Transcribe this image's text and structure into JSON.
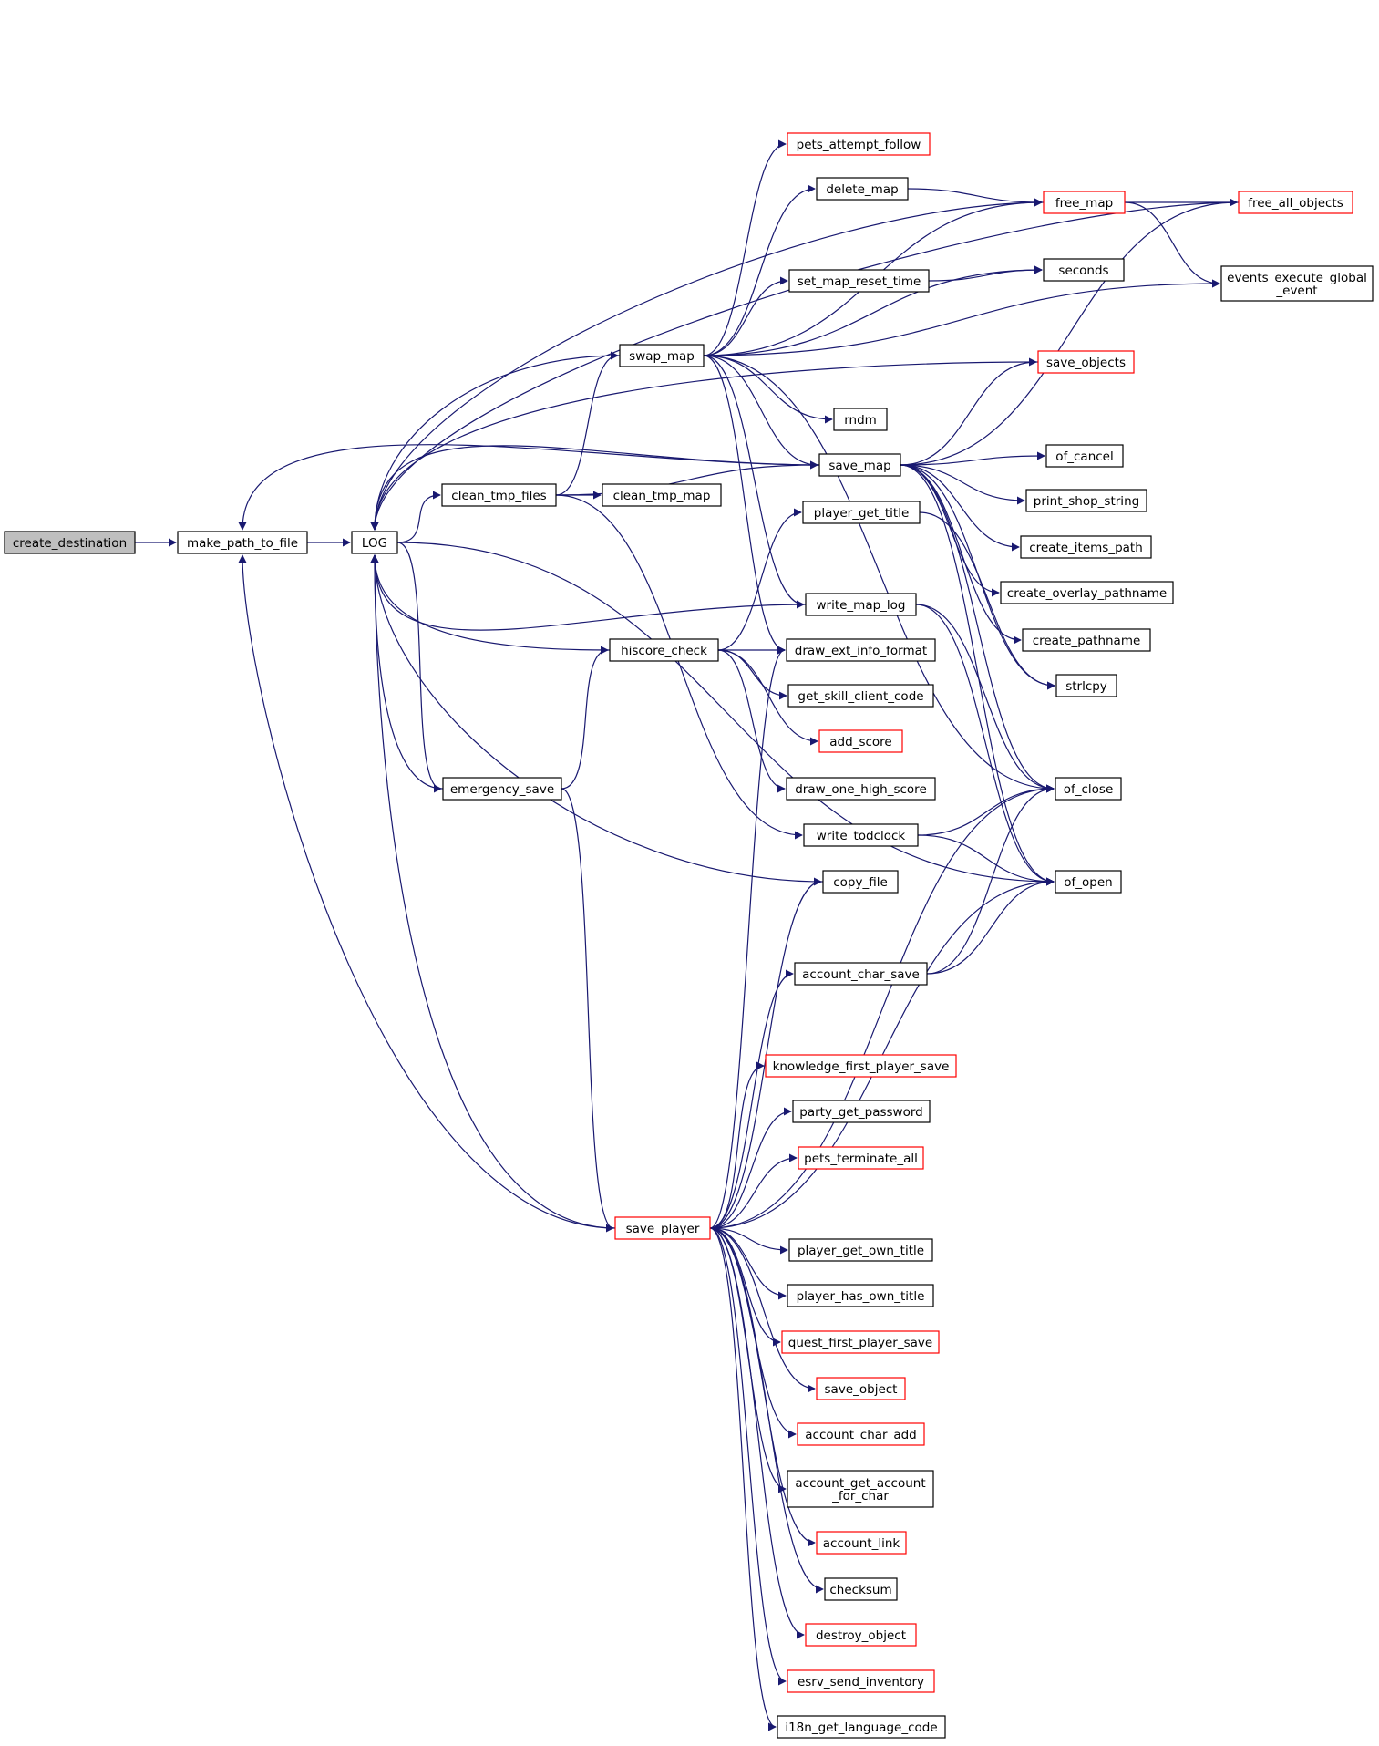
{
  "colors": {
    "edge": "#191970",
    "border_normal": "#000000",
    "border_truncated": "#ff0000",
    "root_fill": "#bfbfbf",
    "node_fill": "#ffffff"
  },
  "graph": {
    "nodes": [
      {
        "id": "create_destination",
        "lines": [
          "create_destination"
        ],
        "style": "root"
      },
      {
        "id": "make_path_to_file",
        "lines": [
          "make_path_to_file"
        ],
        "style": "normal"
      },
      {
        "id": "LOG",
        "lines": [
          "LOG"
        ],
        "style": "normal"
      },
      {
        "id": "clean_tmp_files",
        "lines": [
          "clean_tmp_files"
        ],
        "style": "normal"
      },
      {
        "id": "clean_tmp_map",
        "lines": [
          "clean_tmp_map"
        ],
        "style": "normal"
      },
      {
        "id": "swap_map",
        "lines": [
          "swap_map"
        ],
        "style": "normal"
      },
      {
        "id": "pets_attempt_follow",
        "lines": [
          "pets_attempt_follow"
        ],
        "style": "truncated"
      },
      {
        "id": "delete_map",
        "lines": [
          "delete_map"
        ],
        "style": "normal"
      },
      {
        "id": "free_map",
        "lines": [
          "free_map"
        ],
        "style": "truncated"
      },
      {
        "id": "free_all_objects",
        "lines": [
          "free_all_objects"
        ],
        "style": "truncated"
      },
      {
        "id": "events_execute_global_event",
        "lines": [
          "events_execute_global",
          "_event"
        ],
        "style": "normal"
      },
      {
        "id": "set_map_reset_time",
        "lines": [
          "set_map_reset_time"
        ],
        "style": "normal"
      },
      {
        "id": "seconds",
        "lines": [
          "seconds"
        ],
        "style": "normal"
      },
      {
        "id": "save_objects",
        "lines": [
          "save_objects"
        ],
        "style": "truncated"
      },
      {
        "id": "rndm",
        "lines": [
          "rndm"
        ],
        "style": "normal"
      },
      {
        "id": "save_map",
        "lines": [
          "save_map"
        ],
        "style": "normal"
      },
      {
        "id": "of_cancel",
        "lines": [
          "of_cancel"
        ],
        "style": "normal"
      },
      {
        "id": "print_shop_string",
        "lines": [
          "print_shop_string"
        ],
        "style": "normal"
      },
      {
        "id": "create_items_path",
        "lines": [
          "create_items_path"
        ],
        "style": "normal"
      },
      {
        "id": "create_overlay_pathname",
        "lines": [
          "create_overlay_pathname"
        ],
        "style": "normal"
      },
      {
        "id": "create_pathname",
        "lines": [
          "create_pathname"
        ],
        "style": "normal"
      },
      {
        "id": "strlcpy",
        "lines": [
          "strlcpy"
        ],
        "style": "normal"
      },
      {
        "id": "of_close",
        "lines": [
          "of_close"
        ],
        "style": "normal"
      },
      {
        "id": "of_open",
        "lines": [
          "of_open"
        ],
        "style": "normal"
      },
      {
        "id": "player_get_title",
        "lines": [
          "player_get_title"
        ],
        "style": "normal"
      },
      {
        "id": "write_map_log",
        "lines": [
          "write_map_log"
        ],
        "style": "normal"
      },
      {
        "id": "hiscore_check",
        "lines": [
          "hiscore_check"
        ],
        "style": "normal"
      },
      {
        "id": "draw_ext_info_format",
        "lines": [
          "draw_ext_info_format"
        ],
        "style": "normal"
      },
      {
        "id": "get_skill_client_code",
        "lines": [
          "get_skill_client_code"
        ],
        "style": "normal"
      },
      {
        "id": "add_score",
        "lines": [
          "add_score"
        ],
        "style": "truncated"
      },
      {
        "id": "draw_one_high_score",
        "lines": [
          "draw_one_high_score"
        ],
        "style": "normal"
      },
      {
        "id": "emergency_save",
        "lines": [
          "emergency_save"
        ],
        "style": "normal"
      },
      {
        "id": "write_todclock",
        "lines": [
          "write_todclock"
        ],
        "style": "normal"
      },
      {
        "id": "copy_file",
        "lines": [
          "copy_file"
        ],
        "style": "normal"
      },
      {
        "id": "account_char_save",
        "lines": [
          "account_char_save"
        ],
        "style": "normal"
      },
      {
        "id": "knowledge_first_player_save",
        "lines": [
          "knowledge_first_player_save"
        ],
        "style": "truncated"
      },
      {
        "id": "party_get_password",
        "lines": [
          "party_get_password"
        ],
        "style": "normal"
      },
      {
        "id": "pets_terminate_all",
        "lines": [
          "pets_terminate_all"
        ],
        "style": "truncated"
      },
      {
        "id": "save_player",
        "lines": [
          "save_player"
        ],
        "style": "truncated"
      },
      {
        "id": "player_get_own_title",
        "lines": [
          "player_get_own_title"
        ],
        "style": "normal"
      },
      {
        "id": "player_has_own_title",
        "lines": [
          "player_has_own_title"
        ],
        "style": "normal"
      },
      {
        "id": "quest_first_player_save",
        "lines": [
          "quest_first_player_save"
        ],
        "style": "truncated"
      },
      {
        "id": "save_object",
        "lines": [
          "save_object"
        ],
        "style": "truncated"
      },
      {
        "id": "account_char_add",
        "lines": [
          "account_char_add"
        ],
        "style": "truncated"
      },
      {
        "id": "account_get_account_for_char",
        "lines": [
          "account_get_account",
          "_for_char"
        ],
        "style": "normal"
      },
      {
        "id": "account_link",
        "lines": [
          "account_link"
        ],
        "style": "truncated"
      },
      {
        "id": "checksum",
        "lines": [
          "checksum"
        ],
        "style": "normal"
      },
      {
        "id": "destroy_object",
        "lines": [
          "destroy_object"
        ],
        "style": "truncated"
      },
      {
        "id": "esrv_send_inventory",
        "lines": [
          "esrv_send_inventory"
        ],
        "style": "truncated"
      },
      {
        "id": "i18n_get_language_code",
        "lines": [
          "i18n_get_language_code"
        ],
        "style": "normal"
      }
    ],
    "edges": [
      {
        "from": "create_destination",
        "to": "make_path_to_file"
      },
      {
        "from": "make_path_to_file",
        "to": "LOG"
      },
      {
        "from": "LOG",
        "to": "clean_tmp_files"
      },
      {
        "from": "LOG",
        "to": "emergency_save"
      },
      {
        "from": "clean_tmp_files",
        "to": "clean_tmp_map"
      },
      {
        "from": "clean_tmp_files",
        "to": "swap_map"
      },
      {
        "from": "clean_tmp_files",
        "to": "save_map"
      },
      {
        "from": "clean_tmp_files",
        "to": "write_todclock"
      },
      {
        "from": "swap_map",
        "to": "LOG"
      },
      {
        "from": "swap_map",
        "to": "pets_attempt_follow"
      },
      {
        "from": "swap_map",
        "to": "delete_map"
      },
      {
        "from": "swap_map",
        "to": "free_map"
      },
      {
        "from": "swap_map",
        "to": "set_map_reset_time"
      },
      {
        "from": "swap_map",
        "to": "seconds"
      },
      {
        "from": "swap_map",
        "to": "events_execute_global_event"
      },
      {
        "from": "swap_map",
        "to": "rndm"
      },
      {
        "from": "swap_map",
        "to": "save_map"
      },
      {
        "from": "swap_map",
        "to": "write_map_log"
      },
      {
        "from": "swap_map",
        "to": "draw_ext_info_format"
      },
      {
        "from": "swap_map",
        "to": "of_close"
      },
      {
        "from": "delete_map",
        "to": "free_map"
      },
      {
        "from": "free_map",
        "to": "free_all_objects"
      },
      {
        "from": "free_map",
        "to": "events_execute_global_event"
      },
      {
        "from": "free_map",
        "to": "LOG"
      },
      {
        "from": "free_all_objects",
        "to": "LOG"
      },
      {
        "from": "set_map_reset_time",
        "to": "seconds"
      },
      {
        "from": "save_objects",
        "to": "LOG"
      },
      {
        "from": "save_map",
        "to": "make_path_to_file"
      },
      {
        "from": "save_map",
        "to": "LOG"
      },
      {
        "from": "save_map",
        "to": "save_objects"
      },
      {
        "from": "save_map",
        "to": "free_all_objects"
      },
      {
        "from": "save_map",
        "to": "of_cancel"
      },
      {
        "from": "save_map",
        "to": "print_shop_string"
      },
      {
        "from": "save_map",
        "to": "create_items_path"
      },
      {
        "from": "save_map",
        "to": "create_overlay_pathname"
      },
      {
        "from": "save_map",
        "to": "create_pathname"
      },
      {
        "from": "save_map",
        "to": "strlcpy"
      },
      {
        "from": "save_map",
        "to": "of_close"
      },
      {
        "from": "save_map",
        "to": "of_open"
      },
      {
        "from": "player_get_title",
        "to": "strlcpy"
      },
      {
        "from": "write_map_log",
        "to": "LOG"
      },
      {
        "from": "write_map_log",
        "to": "of_close"
      },
      {
        "from": "write_map_log",
        "to": "of_open"
      },
      {
        "from": "hiscore_check",
        "to": "LOG"
      },
      {
        "from": "hiscore_check",
        "to": "player_get_title"
      },
      {
        "from": "hiscore_check",
        "to": "draw_ext_info_format"
      },
      {
        "from": "hiscore_check",
        "to": "get_skill_client_code"
      },
      {
        "from": "hiscore_check",
        "to": "add_score"
      },
      {
        "from": "hiscore_check",
        "to": "draw_one_high_score"
      },
      {
        "from": "emergency_save",
        "to": "LOG"
      },
      {
        "from": "emergency_save",
        "to": "hiscore_check"
      },
      {
        "from": "emergency_save",
        "to": "save_player"
      },
      {
        "from": "write_todclock",
        "to": "of_close"
      },
      {
        "from": "write_todclock",
        "to": "of_open"
      },
      {
        "from": "copy_file",
        "to": "LOG"
      },
      {
        "from": "account_char_save",
        "to": "of_open"
      },
      {
        "from": "account_char_save",
        "to": "of_close"
      },
      {
        "from": "save_player",
        "to": "LOG"
      },
      {
        "from": "save_player",
        "to": "make_path_to_file"
      },
      {
        "from": "save_player",
        "to": "draw_ext_info_format"
      },
      {
        "from": "save_player",
        "to": "copy_file"
      },
      {
        "from": "save_player",
        "to": "of_close"
      },
      {
        "from": "save_player",
        "to": "account_char_save"
      },
      {
        "from": "save_player",
        "to": "knowledge_first_player_save"
      },
      {
        "from": "save_player",
        "to": "party_get_password"
      },
      {
        "from": "save_player",
        "to": "pets_terminate_all"
      },
      {
        "from": "save_player",
        "to": "of_open"
      },
      {
        "from": "save_player",
        "to": "player_get_own_title"
      },
      {
        "from": "save_player",
        "to": "player_has_own_title"
      },
      {
        "from": "save_player",
        "to": "quest_first_player_save"
      },
      {
        "from": "save_player",
        "to": "save_object"
      },
      {
        "from": "save_player",
        "to": "account_char_add"
      },
      {
        "from": "save_player",
        "to": "account_get_account_for_char"
      },
      {
        "from": "save_player",
        "to": "account_link"
      },
      {
        "from": "save_player",
        "to": "checksum"
      },
      {
        "from": "save_player",
        "to": "destroy_object"
      },
      {
        "from": "save_player",
        "to": "esrv_send_inventory"
      },
      {
        "from": "save_player",
        "to": "i18n_get_language_code"
      },
      {
        "from": "LOG",
        "to": "of_open"
      }
    ]
  }
}
